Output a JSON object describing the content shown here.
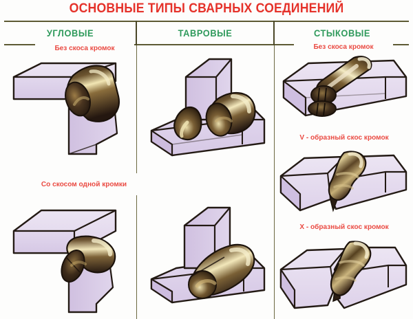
{
  "poster": {
    "title": "ОСНОВНЫЕ ТИПЫ СВАРНЫХ СОЕДИНЕНИЙ",
    "title_color": "#e5322a",
    "header_color": "#2f9a5c",
    "caption_color": "#ea4a42",
    "plate_color": "#ded2ea",
    "plate_top_color": "#e8e0f0",
    "plate_side_color": "#d3c4e2",
    "outline_color": "#231a14",
    "bead_dark": "#2a1d13",
    "bead_mid": "#6b5436",
    "bead_light": "#f0e4b8",
    "divider_color": "#6b6840"
  },
  "columns": [
    {
      "label": "УГЛОВЫЕ",
      "name": "corner-joints"
    },
    {
      "label": "ТАВРОВЫЕ",
      "name": "tee-joints"
    },
    {
      "label": "СТЫКОВЫЕ",
      "name": "butt-joints"
    }
  ],
  "captions": [
    {
      "id": "cap-corner-nobevel",
      "text": "Без скоса кромок",
      "column": "УГЛОВЫЕ",
      "row": 1
    },
    {
      "id": "cap-butt-nobevel",
      "text": "Без скоса кромок",
      "column": "СТЫКОВЫЕ",
      "row": 1
    },
    {
      "id": "cap-butt-v",
      "text": "V - образный скос кромок",
      "column": "СТЫКОВЫЕ",
      "row": 2
    },
    {
      "id": "cap-corner-single",
      "text": "Со скосом одной кромки",
      "column": "УГЛОВЫЕ",
      "row": 2
    },
    {
      "id": "cap-butt-x",
      "text": "X -  образный скос кромок",
      "column": "СТЫКОВЫЕ",
      "row": 3
    }
  ],
  "figures": [
    {
      "id": "fig-corner-nobevel",
      "name": "corner-joint-no-bevel-illustration",
      "column": "УГЛОВЫЕ",
      "row": 1,
      "description": "Угловое соединение без скоса кромок"
    },
    {
      "id": "fig-tee-nobevel",
      "name": "tee-joint-no-bevel-illustration",
      "column": "ТАВРОВЫЕ",
      "row": 1,
      "description": "Тавровое соединение без скоса кромок"
    },
    {
      "id": "fig-butt-nobevel",
      "name": "butt-joint-no-bevel-illustration",
      "column": "СТЫКОВЫЕ",
      "row": 1,
      "description": "Стыковое соединение без скоса кромок"
    },
    {
      "id": "fig-butt-v",
      "name": "butt-joint-v-bevel-illustration",
      "column": "СТЫКОВЫЕ",
      "row": 2,
      "description": "Стыковое соединение с V-образным скосом кромок"
    },
    {
      "id": "fig-corner-single",
      "name": "corner-joint-single-bevel-illustration",
      "column": "УГЛОВЫЕ",
      "row": 2,
      "description": "Угловое соединение со скосом одной кромки"
    },
    {
      "id": "fig-tee-single",
      "name": "tee-joint-single-bevel-illustration",
      "column": "ТАВРОВЫЕ",
      "row": 2,
      "description": "Тавровое соединение со скосом одной кромки"
    },
    {
      "id": "fig-butt-x",
      "name": "butt-joint-x-bevel-illustration",
      "column": "СТЫКОВЫЕ",
      "row": 3,
      "description": "Стыковое соединение с X-образным скосом кромок"
    }
  ]
}
